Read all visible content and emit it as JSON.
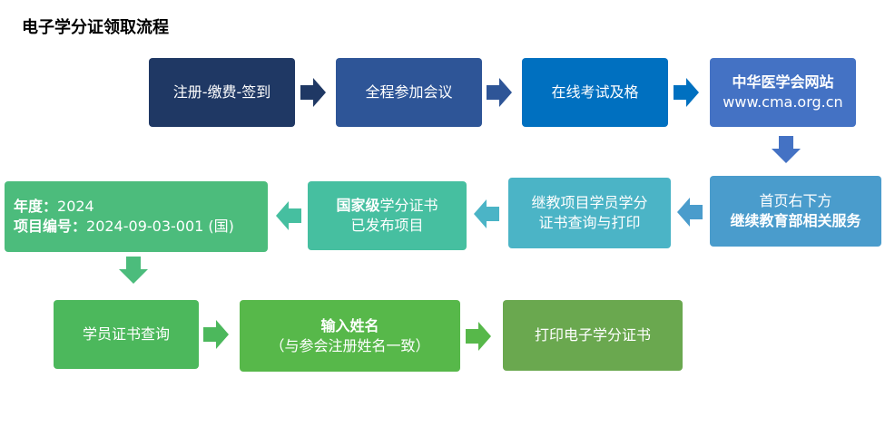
{
  "title": "电子学分证领取流程",
  "steps": {
    "s1": "注册-缴费-签到",
    "s2": "全程参加会议",
    "s3": "在线考试及格",
    "s4_line1": "中华医学会网站",
    "s4_line2": "www.cma.org.cn",
    "s5_line1": "首页右下方",
    "s5_line2": "继续教育部相关服务",
    "s6_line1": "继教项目学员学分",
    "s6_line2": "证书查询与打印",
    "s7_bold": "国家级",
    "s7_rest": "学分证书",
    "s7_line2": "已发布项目",
    "s8_year_label": "年度：",
    "s8_year_value": "2024",
    "s8_code_label": "项目编号：",
    "s8_code_value": "2024-09-03-001 (国)",
    "s9": "学员证书查询",
    "s10_line1": "输入姓名",
    "s10_line2": "（与参会注册姓名一致）",
    "s11": "打印电子学分证书"
  },
  "colors": {
    "s1": "#1f3864",
    "s2": "#2e5597",
    "s3": "#0070c0",
    "s4": "#4472c4",
    "s5": "#4a9ccc",
    "s6": "#4bb4c6",
    "s7": "#46bfa0",
    "s8": "#4cbc7c",
    "s9": "#4cb85c",
    "s10": "#57b84a",
    "s11": "#6aa84f"
  }
}
